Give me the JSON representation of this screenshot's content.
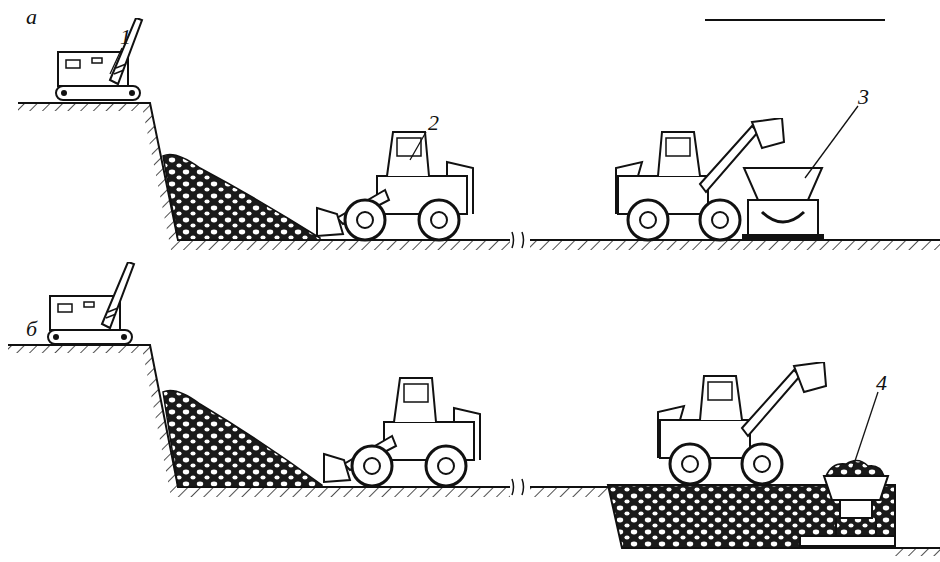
{
  "diagram": {
    "labels": [
      "а",
      "1",
      "2",
      "3",
      "б",
      "4"
    ]
  }
}
